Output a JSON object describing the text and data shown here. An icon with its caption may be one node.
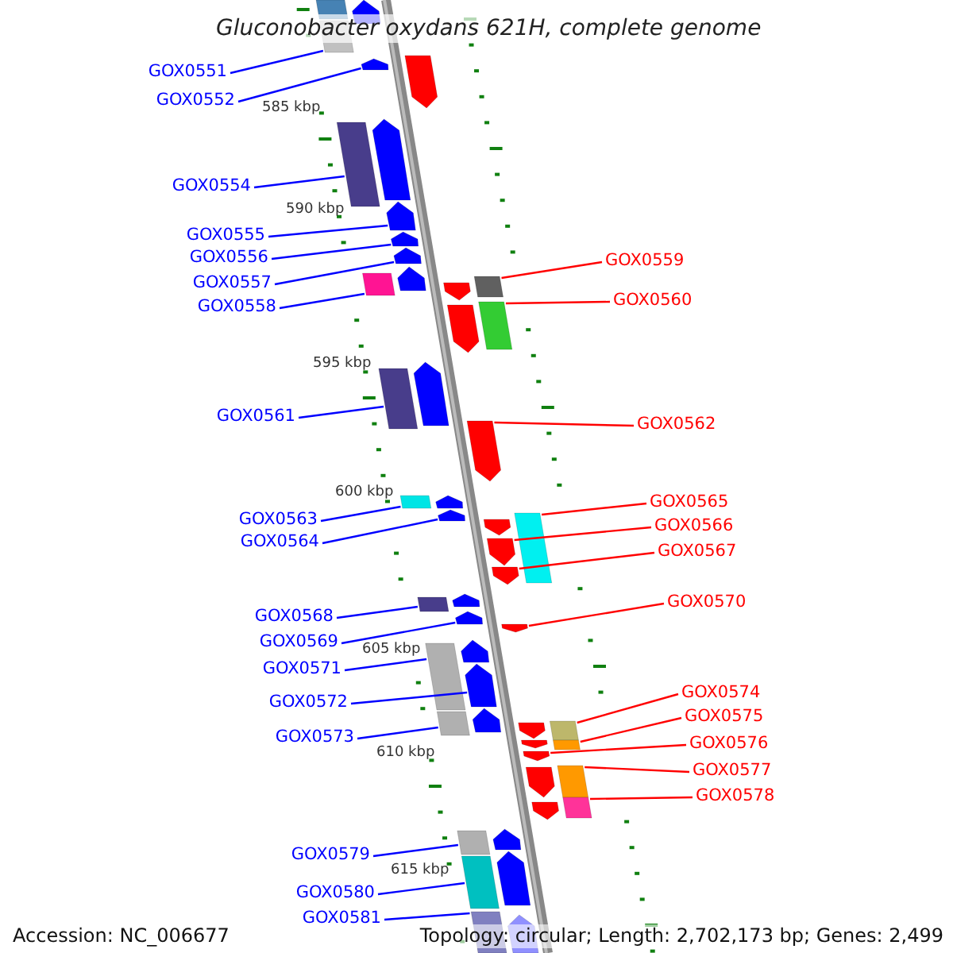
{
  "diagram": {
    "title": "Gluconobacter oxydans 621H, complete genome",
    "nodes": [
      {
        "text": [
          "GOX0551"
        ]
      },
      {
        "text": [
          "GOX0552"
        ]
      },
      {
        "text": [
          "GOX0554"
        ]
      },
      {
        "text": [
          "GOX0555"
        ]
      },
      {
        "text": [
          "GOX0556"
        ]
      },
      {
        "text": [
          "GOX0557"
        ]
      },
      {
        "text": [
          "GOX0558"
        ]
      },
      {
        "text": [
          "GOX0559"
        ]
      },
      {
        "text": [
          "GOX0560"
        ]
      },
      {
        "text": [
          "GOX0561"
        ]
      },
      {
        "text": [
          "GOX0562"
        ]
      },
      {
        "text": [
          "GOX0563"
        ]
      },
      {
        "text": [
          "GOX0564"
        ]
      },
      {
        "text": [
          "GOX0565"
        ]
      },
      {
        "text": [
          "GOX0566"
        ]
      },
      {
        "text": [
          "GOX0567"
        ]
      },
      {
        "text": [
          "GOX0568"
        ]
      },
      {
        "text": [
          "GOX0569"
        ]
      },
      {
        "text": [
          "GOX0570"
        ]
      },
      {
        "text": [
          "GOX0571"
        ]
      },
      {
        "text": [
          "GOX0572"
        ]
      },
      {
        "text": [
          "GOX0573"
        ]
      },
      {
        "text": [
          "GOX0574"
        ]
      },
      {
        "text": [
          "GOX0575"
        ]
      },
      {
        "text": [
          "GOX0576"
        ]
      },
      {
        "text": [
          "GOX0577"
        ]
      },
      {
        "text": [
          "GOX0578"
        ]
      },
      {
        "text": [
          "GOX0579"
        ]
      },
      {
        "text": [
          "GOX0580"
        ]
      },
      {
        "text": [
          "GOX0581"
        ]
      },
      {
        "text": [],
        "shape": "box"
      },
      {
        "text": [],
        "shape": "arrow"
      },
      {
        "text": [],
        "shape": "box"
      },
      {
        "text": [],
        "shape": "arrow"
      },
      {
        "text": [],
        "shape": "arrow"
      },
      {
        "text": [],
        "shape": "arrow"
      },
      {
        "text": [],
        "shape": "box"
      },
      {
        "text": [],
        "shape": "box"
      },
      {
        "text": [],
        "shape": "box"
      },
      {
        "text": [],
        "shape": "box"
      },
      {
        "text": [],
        "shape": "arrow"
      },
      {
        "text": [],
        "shape": "box"
      },
      {
        "text": [],
        "shape": "arrow"
      },
      {
        "text": [],
        "shape": "box"
      },
      {
        "text": [],
        "shape": "arrow"
      },
      {
        "text": [],
        "shape": "arrow"
      },
      {
        "text": [],
        "shape": "box"
      },
      {
        "text": [],
        "shape": "arrow"
      },
      {
        "text": [],
        "shape": "arrow"
      },
      {
        "text": [],
        "shape": "box"
      },
      {
        "text": [],
        "shape": "arrow"
      },
      {
        "text": [],
        "shape": "box"
      },
      {
        "text": [],
        "shape": "box"
      },
      {
        "text": [],
        "shape": "box"
      },
      {
        "text": [],
        "shape": "arrow"
      },
      {
        "text": [],
        "shape": "box"
      },
      {
        "text": [],
        "shape": "box"
      },
      {
        "text": [],
        "shape": "box"
      },
      {
        "text": [],
        "shape": "box"
      },
      {
        "text": [],
        "shape": "box"
      },
      {
        "text": [],
        "shape": "arrow"
      },
      {
        "text": [],
        "shape": "box"
      },
      {
        "text": [],
        "shape": "arrow"
      },
      {
        "text": [],
        "shape": "arrow"
      },
      {
        "text": [],
        "shape": "arrow"
      },
      {
        "text": [],
        "shape": "arrow"
      },
      {
        "text": [],
        "shape": "arrow"
      },
      {
        "text": [],
        "shape": "arrow"
      },
      {
        "text": [],
        "shape": "arrow"
      },
      {
        "text": [],
        "shape": "arrow"
      },
      {
        "text": [],
        "shape": "arrow"
      },
      {
        "text": [],
        "shape": "arrow"
      },
      {
        "text": [],
        "shape": "arrow"
      },
      {
        "text": [],
        "shape": "arrow"
      },
      {
        "text": [],
        "shape": "arrow"
      },
      {
        "text": [],
        "shape": "arrow"
      },
      {
        "text": [],
        "shape": "arrow"
      },
      {
        "text": [],
        "shape": "arrow"
      },
      {
        "text": [],
        "shape": "arrow"
      },
      {
        "text": [],
        "shape": "arrow"
      }
    ],
    "edges": [
      {
        "from": 0,
        "to": 30,
        "arrow": "none"
      },
      {
        "from": 1,
        "to": 31,
        "arrow": "none"
      },
      {
        "from": 2,
        "to": 32,
        "arrow": "none"
      },
      {
        "from": 3,
        "to": 33,
        "arrow": "none"
      },
      {
        "from": 4,
        "to": 34,
        "arrow": "none"
      },
      {
        "from": 5,
        "to": 35,
        "arrow": "none"
      },
      {
        "from": 6,
        "to": 36,
        "arrow": "none"
      },
      {
        "from": 7,
        "to": 37,
        "arrow": "none",
        "color": "#ff0000"
      },
      {
        "from": 8,
        "to": 38,
        "arrow": "none",
        "color": "#ff0000"
      },
      {
        "from": 9,
        "to": 39,
        "arrow": "none"
      },
      {
        "from": 10,
        "to": 40,
        "arrow": "none",
        "color": "#ff0000"
      },
      {
        "from": 11,
        "to": 41,
        "arrow": "none"
      },
      {
        "from": 12,
        "to": 42,
        "arrow": "none"
      },
      {
        "from": 13,
        "to": 43,
        "arrow": "none",
        "color": "#ff0000"
      },
      {
        "from": 14,
        "to": 44,
        "arrow": "none",
        "color": "#ff0000"
      },
      {
        "from": 15,
        "to": 45,
        "arrow": "none",
        "color": "#ff0000"
      },
      {
        "from": 16,
        "to": 46,
        "arrow": "none"
      },
      {
        "from": 17,
        "to": 47,
        "arrow": "none"
      },
      {
        "from": 18,
        "to": 48,
        "arrow": "none",
        "color": "#ff0000"
      },
      {
        "from": 19,
        "to": 49,
        "arrow": "none"
      },
      {
        "from": 20,
        "to": 50,
        "arrow": "none"
      },
      {
        "from": 21,
        "to": 51,
        "arrow": "none"
      },
      {
        "from": 22,
        "to": 52,
        "arrow": "none",
        "color": "#ff0000"
      },
      {
        "from": 23,
        "to": 53,
        "arrow": "none",
        "color": "#ff0000"
      },
      {
        "from": 24,
        "to": 54,
        "arrow": "none",
        "color": "#ff0000"
      },
      {
        "from": 25,
        "to": 55,
        "arrow": "none",
        "color": "#ff0000"
      },
      {
        "from": 26,
        "to": 56,
        "arrow": "none",
        "color": "#ff0000"
      },
      {
        "from": 27,
        "to": 57,
        "arrow": "none"
      },
      {
        "from": 28,
        "to": 58,
        "arrow": "none"
      },
      {
        "from": 29,
        "to": 59,
        "arrow": "none"
      }
    ],
    "labels": [
      "585 kbp",
      "590 kbp",
      "595 kbp",
      "600 kbp",
      "605 kbp",
      "610 kbp",
      "615 kbp",
      "Accession: NC_006677",
      "Topology: circular; Length: 2,702,173 bp; Genes: 2,499"
    ]
  }
}
